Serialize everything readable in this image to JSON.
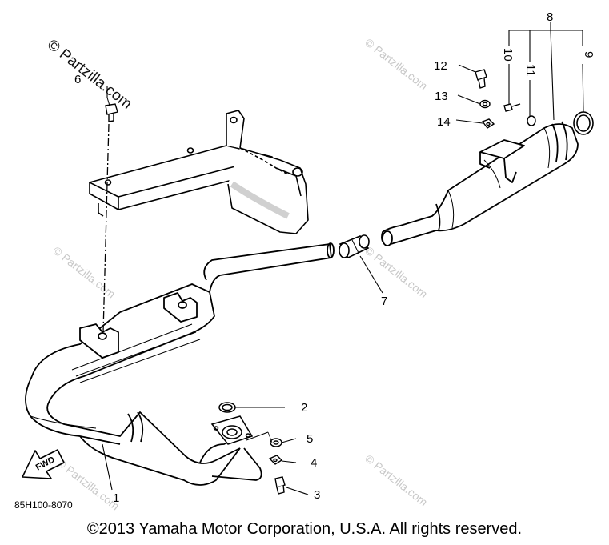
{
  "watermarks": {
    "main": "© Partzilla.com",
    "faint": "© Partzilla.com"
  },
  "callouts": [
    "1",
    "2",
    "3",
    "4",
    "5",
    "6",
    "7",
    "8",
    "9",
    "10",
    "11",
    "12",
    "13",
    "14"
  ],
  "part_code": "85H100-8070",
  "fwd_label": "FWD",
  "copyright": "©2013 Yamaha Motor Corporation, U.S.A. All rights reserved."
}
